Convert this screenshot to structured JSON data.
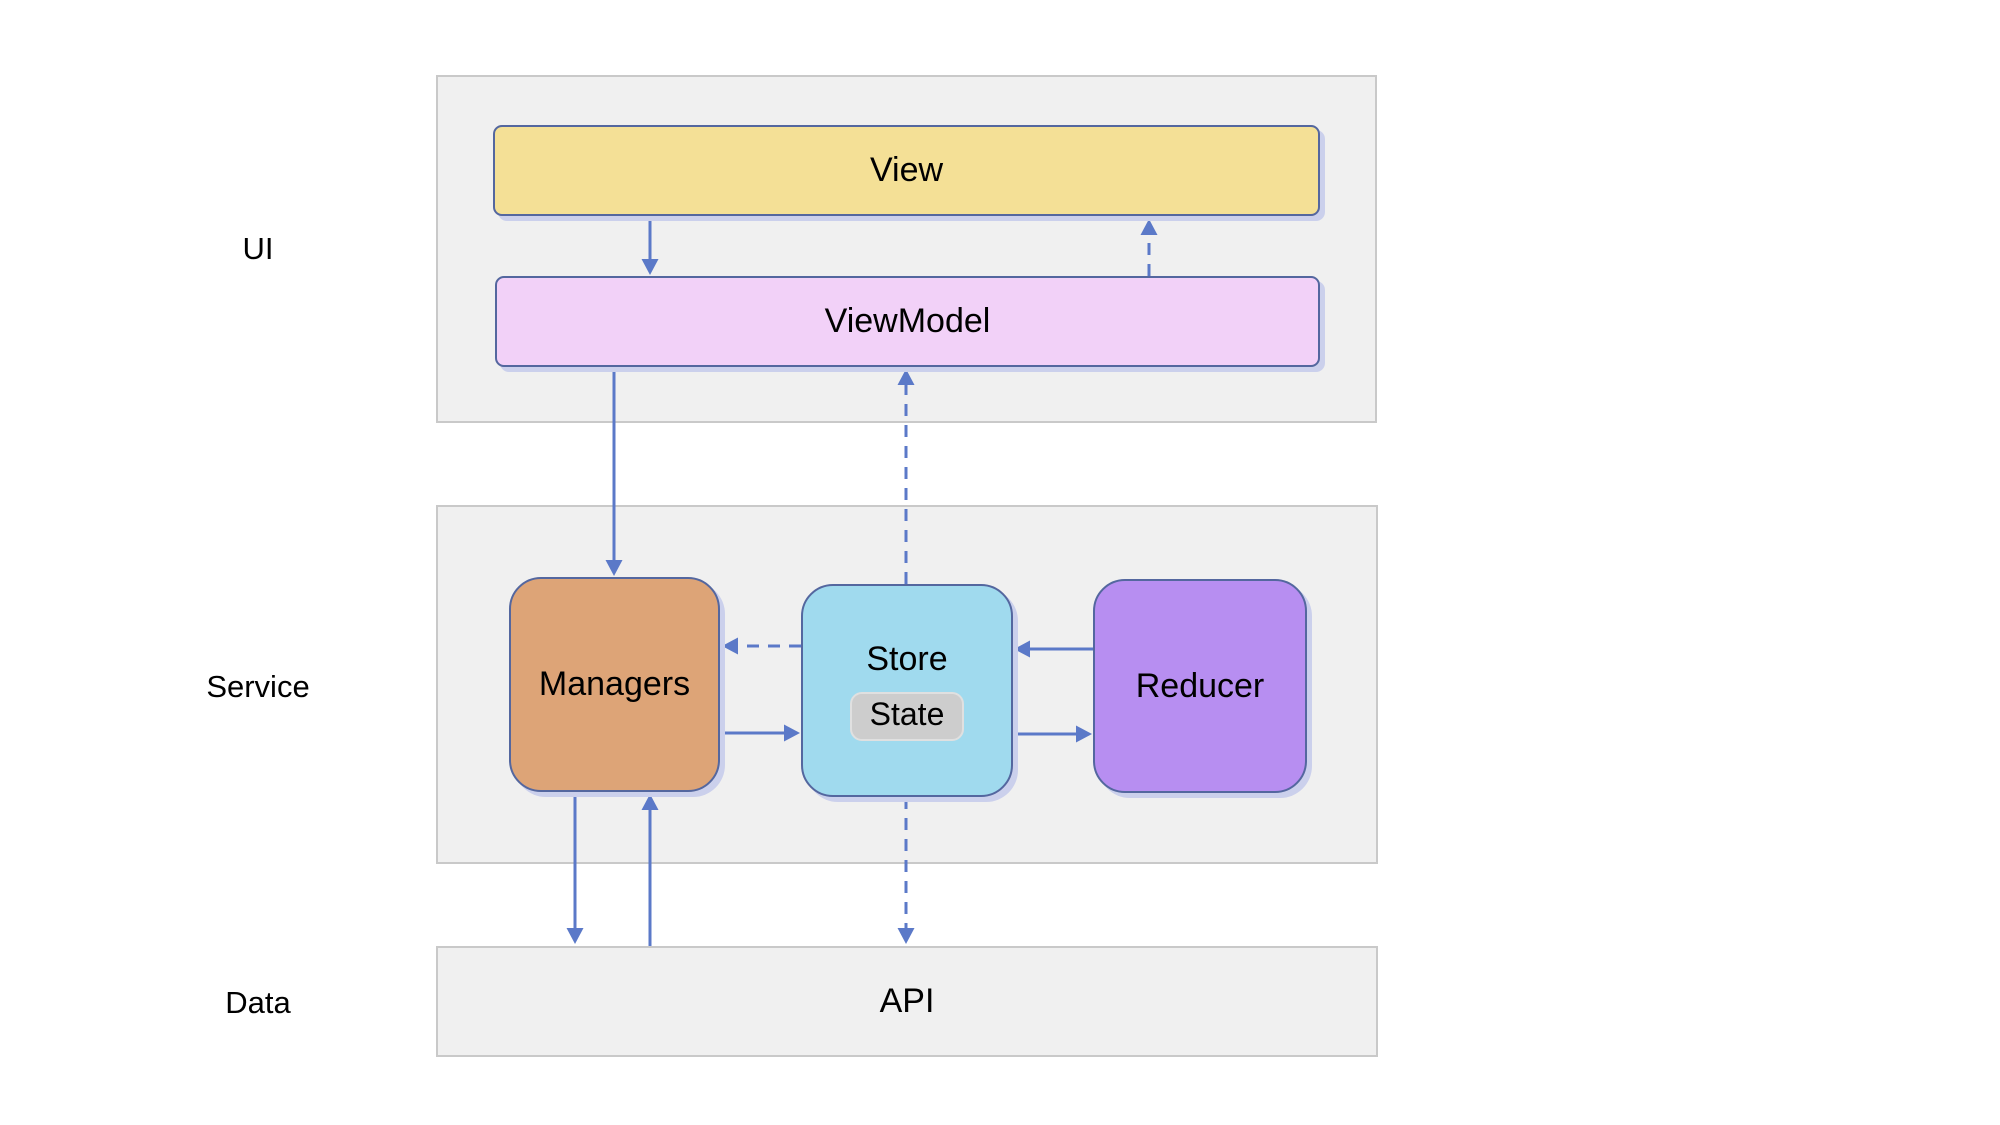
{
  "layers": {
    "ui": {
      "label": "UI"
    },
    "service": {
      "label": "Service"
    },
    "data": {
      "label": "Data"
    }
  },
  "nodes": {
    "view": {
      "label": "View",
      "fill": "#f4e096"
    },
    "viewmodel": {
      "label": "ViewModel",
      "fill": "#f2d1f8"
    },
    "managers": {
      "label": "Managers",
      "fill": "#dda477"
    },
    "store": {
      "label": "Store",
      "state_label": "State",
      "fill": "#a0daee",
      "state_fill": "#cdcdcd"
    },
    "reducer": {
      "label": "Reducer",
      "fill": "#b78ef1"
    },
    "api": {
      "label": "API"
    }
  },
  "edges": [
    {
      "name": "view-to-viewmodel",
      "from": "View",
      "to": "ViewModel",
      "line": "solid"
    },
    {
      "name": "viewmodel-to-view",
      "from": "ViewModel",
      "to": "View",
      "line": "dashed"
    },
    {
      "name": "viewmodel-to-managers",
      "from": "ViewModel",
      "to": "Managers",
      "line": "solid"
    },
    {
      "name": "store-to-viewmodel",
      "from": "Store",
      "to": "ViewModel",
      "line": "dashed"
    },
    {
      "name": "store-to-managers",
      "from": "Store",
      "to": "Managers",
      "line": "dashed"
    },
    {
      "name": "managers-to-store",
      "from": "Managers",
      "to": "Store",
      "line": "solid"
    },
    {
      "name": "reducer-to-store",
      "from": "Reducer",
      "to": "Store",
      "line": "solid"
    },
    {
      "name": "store-to-reducer",
      "from": "Store",
      "to": "Reducer",
      "line": "solid"
    },
    {
      "name": "managers-to-api",
      "from": "Managers",
      "to": "API",
      "line": "solid"
    },
    {
      "name": "api-to-managers",
      "from": "API",
      "to": "Managers",
      "line": "solid"
    },
    {
      "name": "store-to-api",
      "from": "Store",
      "to": "API",
      "line": "dashed"
    }
  ],
  "colors": {
    "background": "#ffffff",
    "panel_fill": "#f0f0f0",
    "panel_border": "#c9c9c9",
    "node_border": "#54679f",
    "node_shadow": "#cbd0ec",
    "arrow": "#5b79c8",
    "state_border": "#e0e0e0",
    "text": "#000000"
  }
}
